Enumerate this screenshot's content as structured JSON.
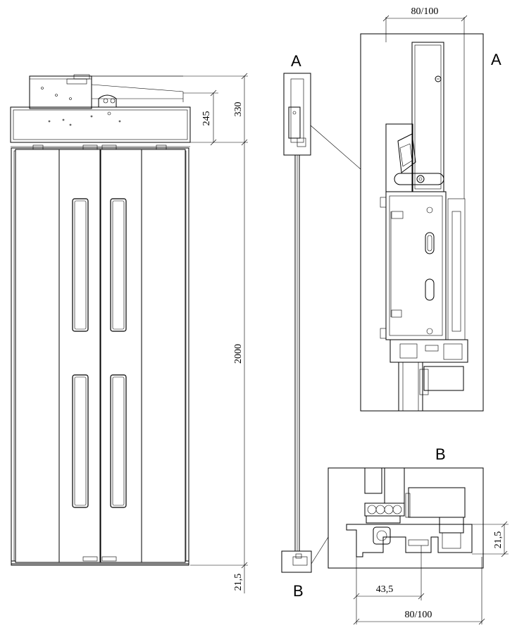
{
  "dimensions": {
    "header_height": "245",
    "top_total": "330",
    "door_height": "2000",
    "floor_gap": "21,5",
    "detail_a_width": "80/100",
    "detail_b_height": "21,5",
    "detail_b_offset": "43,5",
    "detail_b_width": "80/100"
  },
  "labels": {
    "section_a_side": "A",
    "detail_a": "A",
    "detail_b": "B",
    "section_b_side": "B"
  }
}
